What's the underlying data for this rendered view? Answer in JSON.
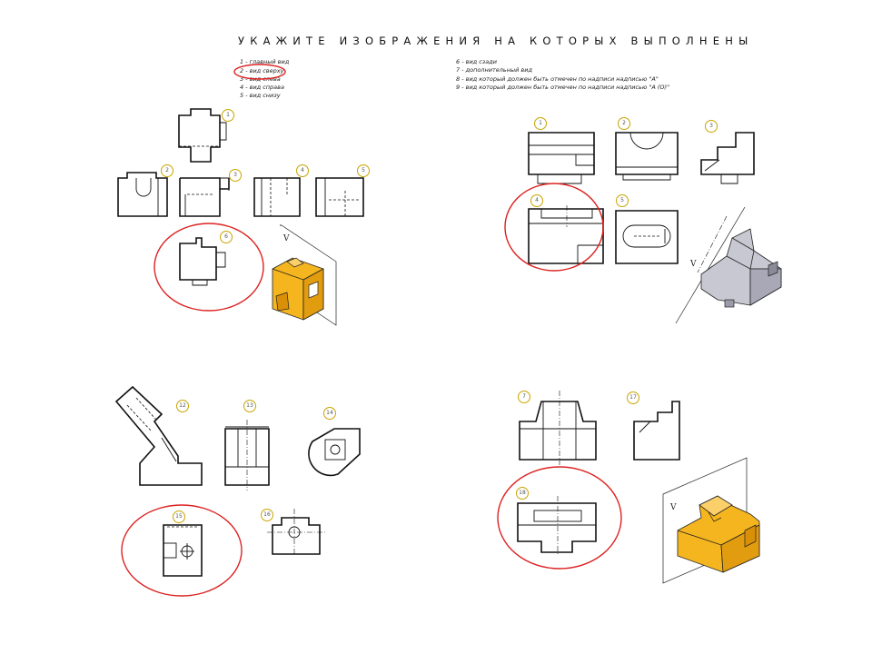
{
  "header": {
    "title": "УКАЖИТЕ ИЗОБРАЖЕНИЯ НА КОТОРЫХ ВЫПОЛНЕНЫ"
  },
  "options_left": [
    "1 - главный вид",
    "2 - вид сверху",
    "3 - вид слева",
    "4 - вид справа",
    "5 - вид снизу"
  ],
  "options_right": [
    "6 - вид сзади",
    "7 - дополнительный вид",
    "8 - вид который должен быть отмечен по надписи надписью \"А\"",
    "9 - вид который должен быть отмечен по надписи надписью \"А (О)\""
  ],
  "labels": {
    "q1": [
      "1",
      "2",
      "3",
      "4",
      "5",
      "6"
    ],
    "q2": [
      "1",
      "2",
      "3",
      "4",
      "5"
    ],
    "q3": [
      "12",
      "13",
      "14",
      "15",
      "16"
    ],
    "q4": [
      "7",
      "17",
      "18"
    ],
    "view_direction": "V"
  },
  "colors": {
    "highlight": "#dd2222",
    "model_fill": "#f5b51e",
    "model_gray": "#c8c8d2",
    "badge": "#c8a400"
  }
}
